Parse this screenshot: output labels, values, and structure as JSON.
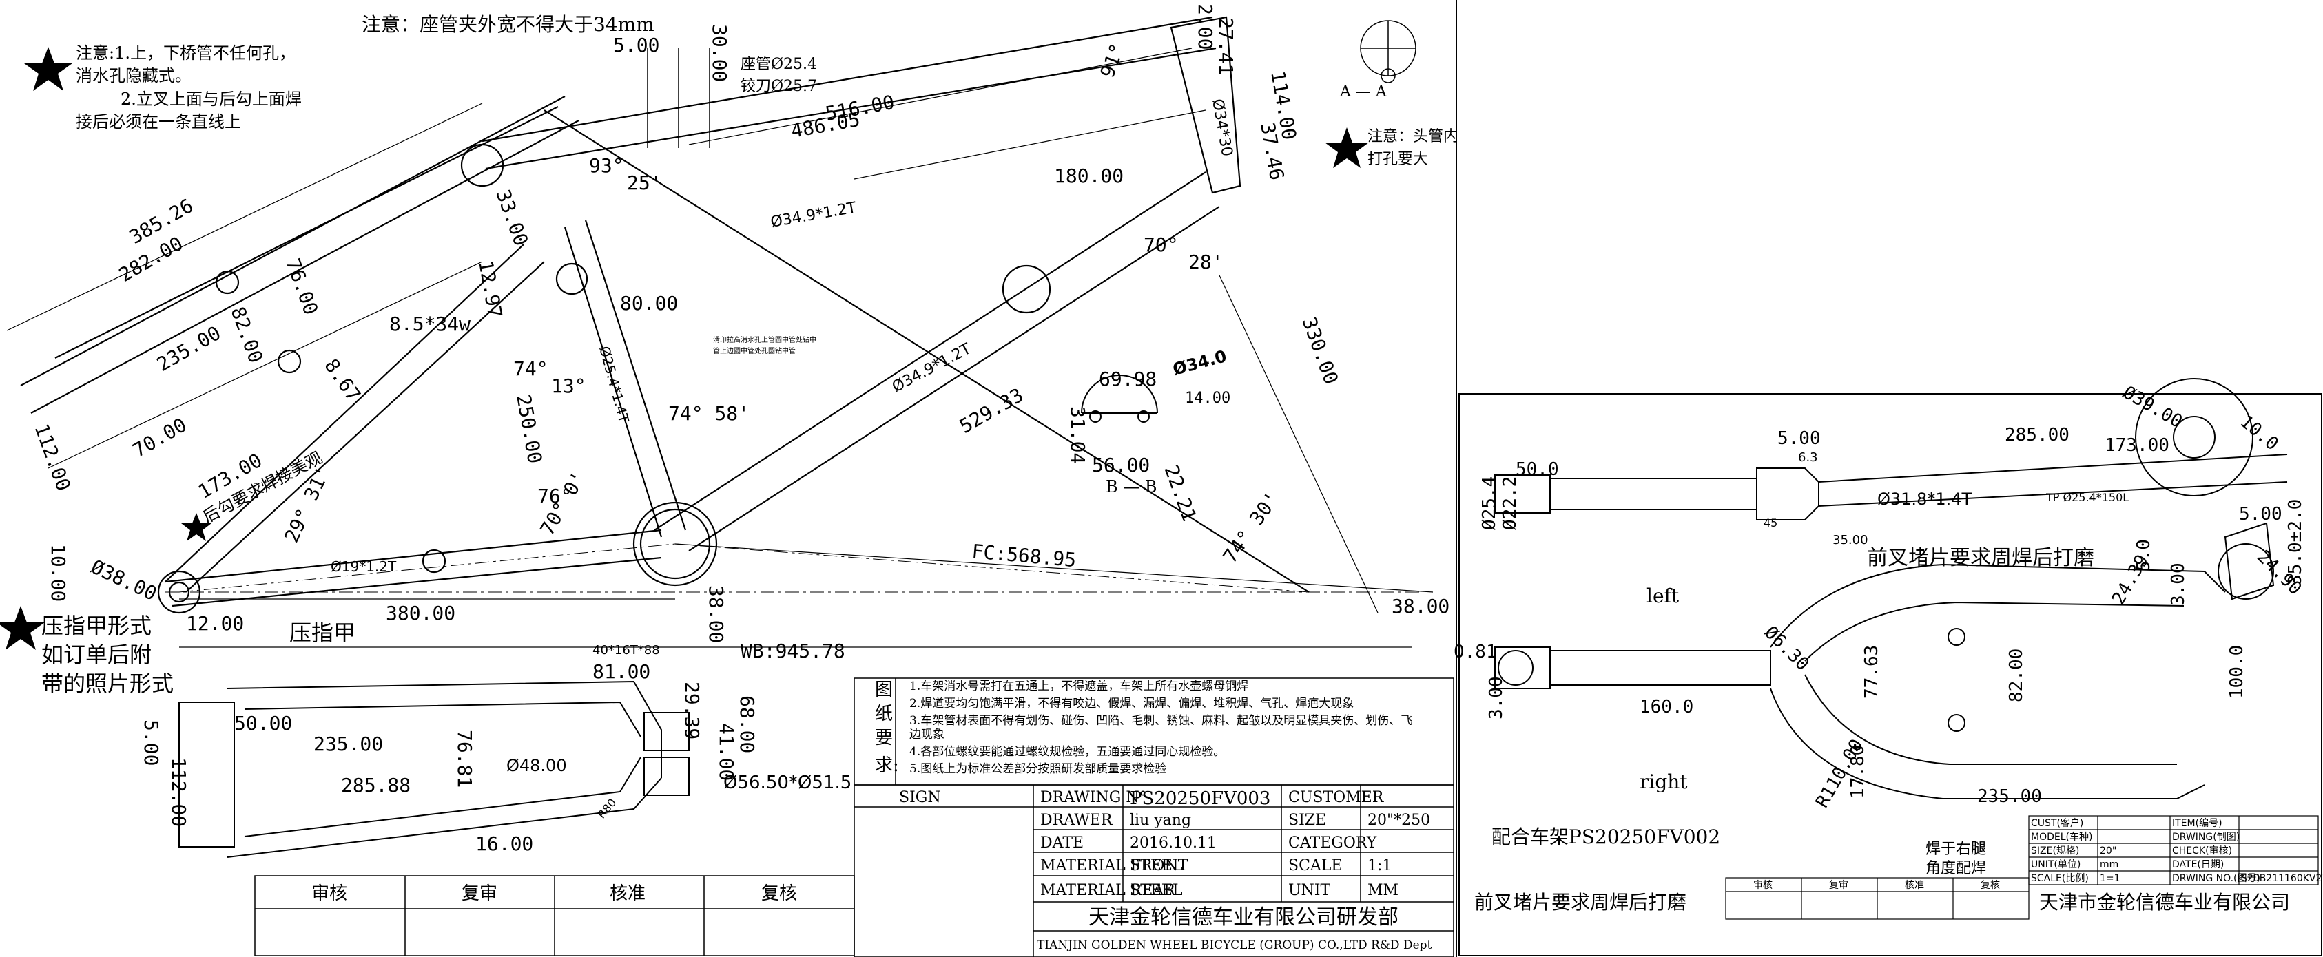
{
  "notes": {
    "seat_clamp": "注意：座管夹外宽不得大于34mm",
    "top_note_1": "注意:1.上，下桥管不任何孔，",
    "top_note_1b": "消水孔隐藏式。",
    "top_note_2": "2.立叉上面与后勾上面焊",
    "top_note_2b": "接后必须在一条直线上",
    "head_tube": "注意：头管内",
    "head_tube_b": "打孔要大",
    "dropout_1": "压指甲形式",
    "dropout_2": "如订单后附",
    "dropout_3": "带的照片形式",
    "dropout_label": "压指甲",
    "rear_hook": "后勾要求焊接美观",
    "seat_post": "座管Ø25.4",
    "reamer": "铰刀Ø25.7",
    "drain_note_1": "滑印拉高消水孔上管圆中管处钻中",
    "drain_note_2": "管上边圆中管处孔圆钻中管",
    "fork_match": "配合车架PS20250FV002",
    "fork_plug_1": "前叉堵片要求周焊后打磨",
    "fork_plug_2": "前叉堵片要求周焊后打磨",
    "weld_1": "焊于右腿",
    "weld_2": "角度配焊",
    "left": "left",
    "right": "right",
    "section_aa": "A — A",
    "section_bb": "B — B"
  },
  "dims": {
    "d385": "385.26",
    "d282": "282.00",
    "d235": "235.00",
    "d112": "112.00",
    "d70": "70.00",
    "d173": "173.00",
    "d76": "76.00",
    "d82": "82.00",
    "d8_67": "8.67",
    "d8_5": "8.5*34w",
    "d10": "10.00",
    "d38": "Ø38.00",
    "d12": "12.00",
    "d380": "380.00",
    "d516": "516.00",
    "d486": "486.05",
    "d180": "180.00",
    "d93": "93°",
    "d25": "25'",
    "d33": "33.00",
    "d12_97": "12.97",
    "d80": "80.00",
    "d74": "74°",
    "d13": "13°",
    "d250": "250.00",
    "d25_4": "Ø25.4*1.4T",
    "d74_58": "74° 58'",
    "d76b": "76°",
    "d70b": "70° 0'",
    "d29": "29° 31'",
    "d19": "Ø19*1.2T",
    "d34_9a": "Ø34.9*1.2T",
    "d34_9b": "Ø34.9*1.2T",
    "d529": "529.33",
    "d330": "330.00",
    "d74_30": "74° 30'",
    "d70c": "70°",
    "d28": "28'",
    "d91": "91°",
    "d5": "5.00",
    "d30": "30.00",
    "d2": "2.00",
    "d27_41": "27.41",
    "d114": "114.00",
    "d37_46": "37.46",
    "d34_30": "Ø34*30",
    "d69_98": "69.98",
    "d34_0": "Ø34.0",
    "d14": "14.00",
    "d56": "56.00",
    "d22_21": "22.21",
    "d31": "31.04",
    "fc": "FC:568.95",
    "wb": "WB:945.78",
    "d38r": "38.00",
    "d38b": "38.00",
    "d40": "40*16T*88",
    "d81": "81.00",
    "d50": "50.00",
    "d235b": "235.00",
    "d285": "285.88",
    "d76_81": "76.81",
    "d48": "Ø48.00",
    "d5b": "5.00",
    "d112b": "112.00",
    "d16": "16.00",
    "d29_39": "29.39",
    "d68": "68.00",
    "d41": "41.00",
    "d56_5": "Ø56.50*Ø51.5",
    "d80b": "R80",
    "f50": "50.0",
    "f25_4": "Ø25.4",
    "f22_2": "Ø22.2",
    "f5": "5.00",
    "f6_3": "6.3",
    "f31_8": "Ø31.8*1.4T",
    "f285": "285.00",
    "f173": "173.00",
    "f25": "TP Ø25.4*150L",
    "f35": "35.00",
    "f45": "45",
    "f39": "Ø39.00",
    "f10": "10.0",
    "f5b": "5.00",
    "f35_0": "35.0±2.0",
    "f24_9": "24.90",
    "f24_39": "24.39",
    "f5c": "5.0",
    "f3": "3.00",
    "f100": "100.0",
    "f0_81": "0.81",
    "f3b": "3.00",
    "f160": "160.0",
    "f6_30": "Ø6.30",
    "f77_63": "77.63",
    "f82": "82.00",
    "f17_8": "17.80",
    "f235": "235.00",
    "f110": "R110.00"
  },
  "notes_box": {
    "heading": [
      "图",
      "纸",
      "要",
      "求:"
    ],
    "lines": [
      "1.车架消水号需打在五通上，不得遮盖，车架上所有水壶螺母铜焊",
      "2.焊道要均匀饱满平滑，不得有咬边、假焊、漏焊、偏焊、堆积焊、气孔、焊疤大现象",
      "3.车架管材表面不得有划伤、碰伤、凹陷、毛刺、锈蚀、麻料、起皱以及明显模具夹伤、划伤、飞",
      "  边现象",
      "4.各部位螺纹要能通过螺纹规检验，五通要通过同心规检验。",
      "5.图纸上为标准公差部分按照研发部质量要求检验"
    ]
  },
  "title_block": {
    "sign": "SIGN",
    "drawing_no_label": "DRAWING N°",
    "drawing_no": "PS20250FV003",
    "customer_label": "CUSTOMER",
    "customer": "",
    "drawer_label": "DRAWER",
    "drawer": "liu yang",
    "size_label": "SIZE",
    "size": "20\"*250",
    "date_label": "DATE",
    "date": "2016.10.11",
    "category_label": "CATEGORY",
    "category": "",
    "mat_front_label": "MATERIAL FRONT",
    "mat_front": "STEEL",
    "scale_label": "SCALE",
    "scale": "1:1",
    "mat_rear_label": "MATERIAL REAR",
    "mat_rear": "STEEL",
    "unit_label": "UNIT",
    "unit": "MM",
    "company_cn": "天津金轮信德车业有限公司研发部",
    "company_en": "TIANJIN GOLDEN WHEEL BICYCLE (GROUP) CO.,LTD  R&D Dept"
  },
  "approval": [
    "审核",
    "复审",
    "核准",
    "复核"
  ],
  "right_block": {
    "rows": [
      [
        "CUST(客户)",
        "",
        "ITEM(编号)",
        ""
      ],
      [
        "MODEL(车种)",
        "",
        "DRWING(制图)",
        ""
      ],
      [
        "SIZE(规格)",
        "20\"",
        "CHECK(审核)",
        ""
      ],
      [
        "UNIT(单位)",
        "mm",
        "DATE(日期)",
        ""
      ],
      [
        "SCALE(比例)",
        "1=1",
        "DRWING NO.(图号)",
        "S20B211160KV21"
      ]
    ],
    "approval": [
      "审核",
      "复审",
      "核准",
      "复核"
    ],
    "company": "天津市金轮信德车业有限公司"
  }
}
